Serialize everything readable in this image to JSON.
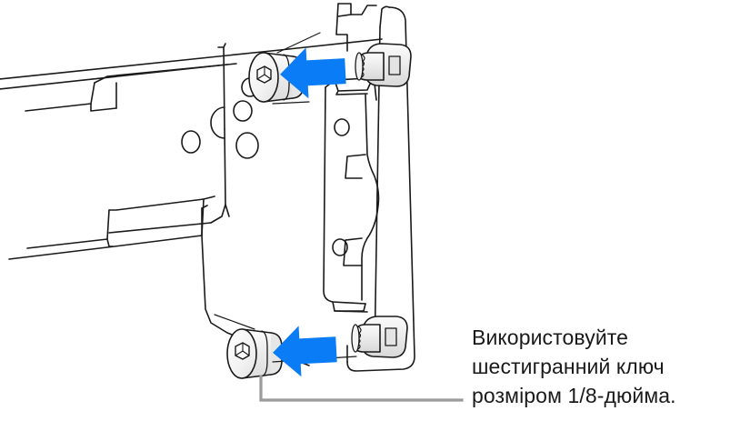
{
  "figure": {
    "title": "Server rack rail bracket with hex socket screws",
    "background_color": "#ffffff",
    "line_color": "#1a1a1a",
    "arrow_color": "#0A7CF5",
    "leader_color": "#9a9a9a",
    "metal_fill": "#ececec",
    "metal_fill_light": "#f7f7f7"
  },
  "callout": {
    "text": "Використовуйте\nшестигранний ключ\nрозміром 1/8-дюйма.",
    "line1": "Використовуйте",
    "line2": "шестигранний ключ",
    "line3": "розміром 1/8-дюйма."
  },
  "parts": {
    "top_screw_label": "hex-socket-screw-top",
    "bottom_screw_label": "hex-socket-screw-bottom",
    "top_stud_label": "threaded-stud-top",
    "bottom_stud_label": "threaded-stud-bottom",
    "arrow_top_label": "insertion-arrow-top",
    "arrow_bottom_label": "insertion-arrow-bottom",
    "rail_label": "slide-rail",
    "bracket_label": "mounting-bracket",
    "post_label": "rack-post"
  }
}
